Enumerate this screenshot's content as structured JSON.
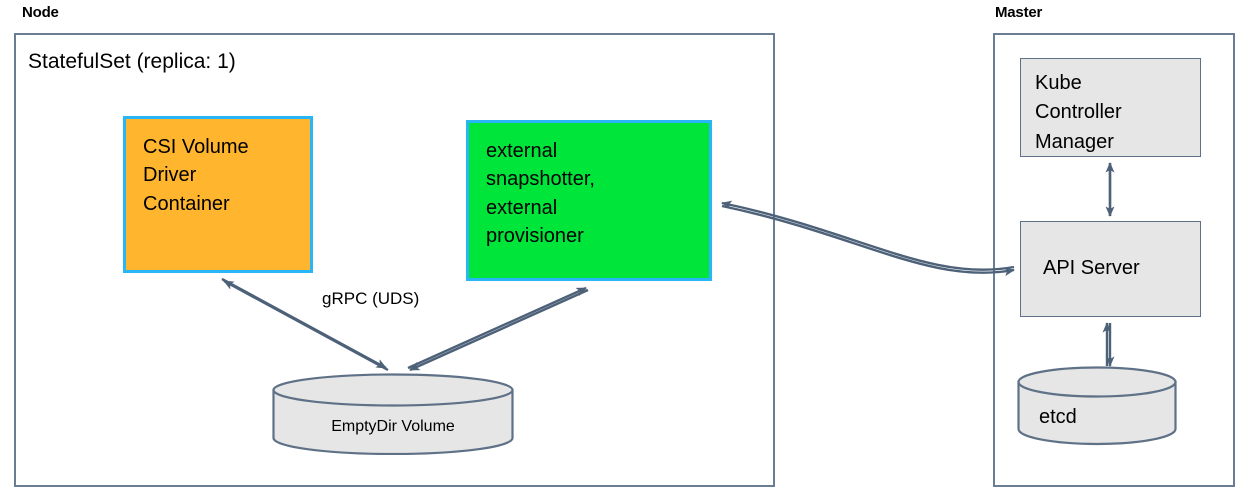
{
  "zones": [
    {
      "label": "Node",
      "title": "StatefulSet (replica: 1)"
    },
    {
      "label": "Master",
      "title": ""
    }
  ],
  "node": {
    "label": "Node",
    "title": "StatefulSet (replica: 1)",
    "csi_driver": {
      "line1": "CSI Volume",
      "line2": "Driver",
      "line3": "Container",
      "fill": "#ffb62e",
      "stroke": "#29b6f6"
    },
    "sidecars": {
      "line1": "external",
      "line2": "snapshotter,",
      "line3": "external",
      "line4": "provisioner",
      "fill": "#00e53a",
      "stroke": "#29b6f6"
    },
    "volume": {
      "label": "EmptyDir Volume"
    },
    "grpc_label": "gRPC (UDS)"
  },
  "master": {
    "label": "Master",
    "kube_controller_manager": {
      "line1": "Kube",
      "line2": "Controller",
      "line3": "Manager"
    },
    "api_server": {
      "label": "API Server"
    },
    "etcd": {
      "label": "etcd"
    }
  },
  "colors": {
    "border_gray": "#6b7d93",
    "arrow": "#4d6178",
    "gray_fill": "#e6e6e6",
    "cyan_stroke": "#29b6f6",
    "orange_fill": "#ffb62e",
    "green_fill": "#00e53a"
  }
}
